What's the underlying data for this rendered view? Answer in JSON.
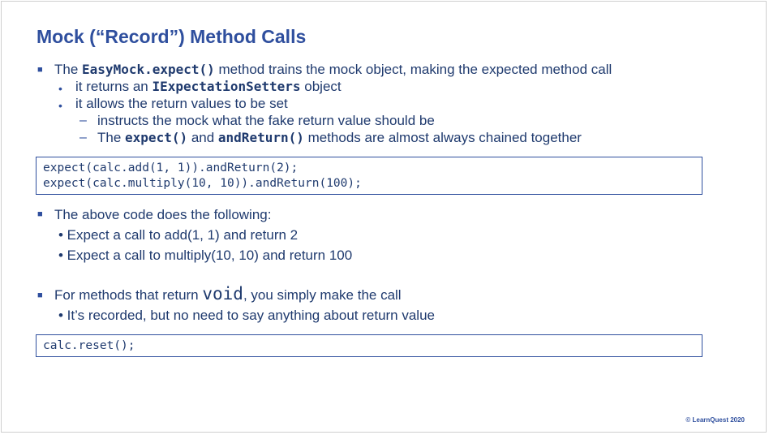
{
  "slide": {
    "title": "Mock (“Record”) Method Calls",
    "items": [
      {
        "pre": "The ",
        "code": "EasyMock.expect()",
        "post": " method trains the mock object, making the expected method call"
      },
      {
        "pre": "it returns an ",
        "code": "IExpectationSetters",
        "post": " object"
      },
      {
        "text": "it allows the return values to be set"
      },
      {
        "text": "instructs the mock what the fake return value should be"
      },
      {
        "pre": "The ",
        "code1": "expect()",
        "mid": " and ",
        "code2": "andReturn()",
        "post": "  methods are almost always chained together"
      }
    ],
    "code_block_1": [
      "expect(calc.add(1, 1)).andReturn(2);",
      "expect(calc.multiply(10, 10)).andReturn(100);"
    ],
    "items2": [
      {
        "text": "The above code does the following:"
      },
      {
        "text": "• Expect a call to add(1, 1) and return 2"
      },
      {
        "text": "• Expect a call to multiply(10, 10) and return 100"
      }
    ],
    "items3": [
      {
        "pre": "For methods that return ",
        "code": "void",
        "post": ", you simply make the call"
      },
      {
        "text": "• It’s recorded, but no need to say anything about return value"
      }
    ],
    "code_block_2": [
      "calc.reset();"
    ],
    "copyright": "© LearnQuest 2020",
    "accent_color": "#2f4f9e",
    "text_color": "#1f3a6e"
  }
}
